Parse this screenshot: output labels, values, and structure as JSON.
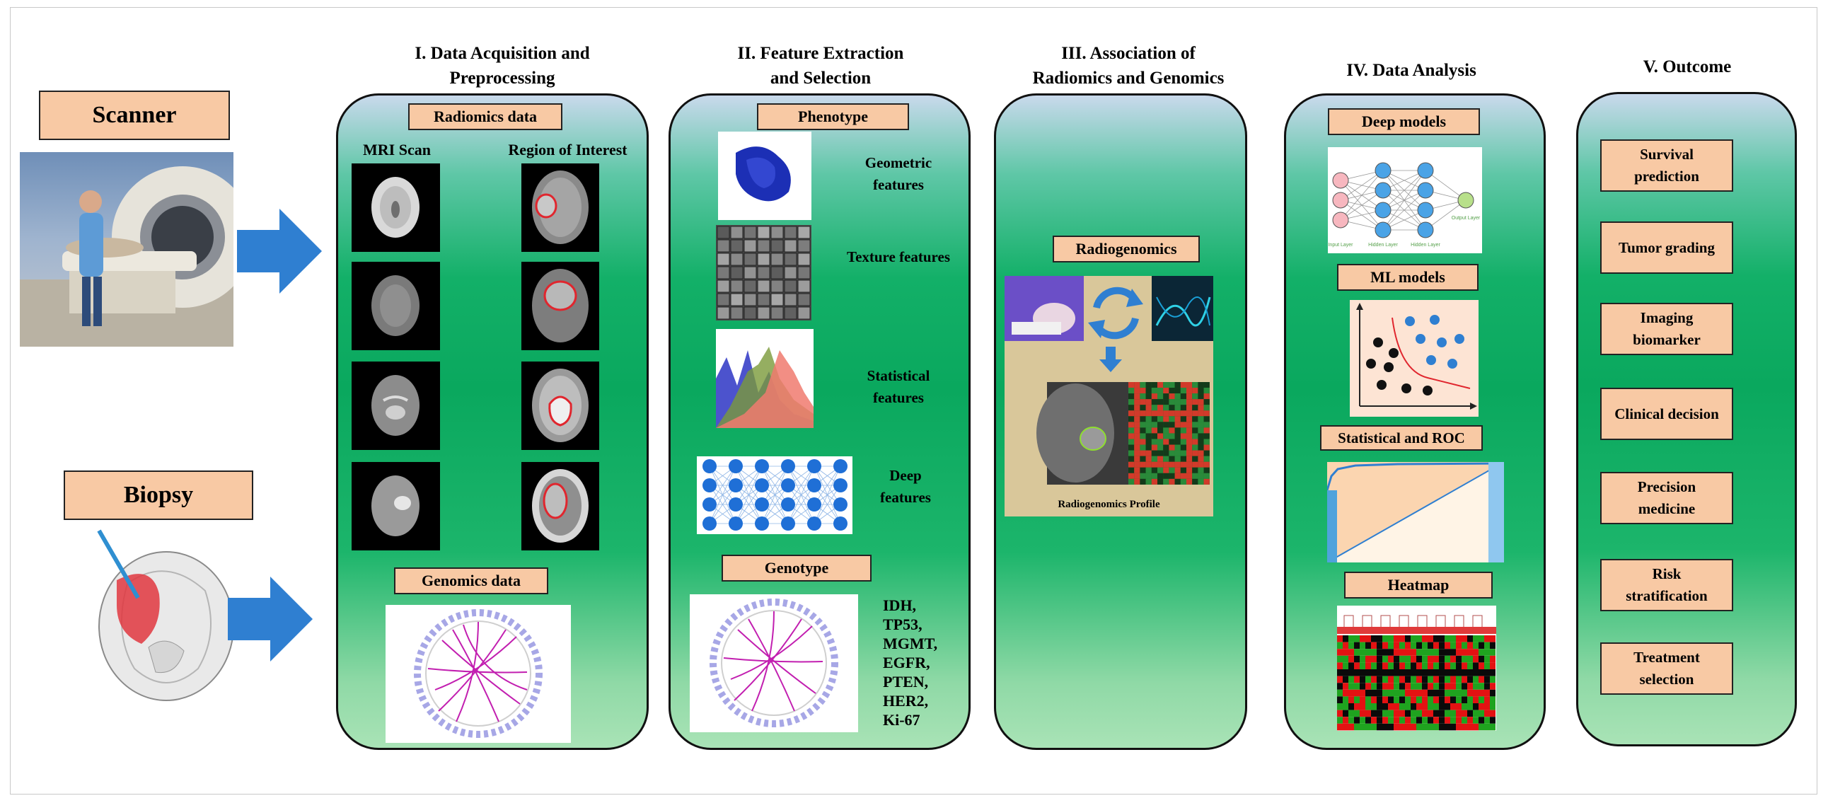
{
  "left": {
    "scanner": "Scanner",
    "biopsy": "Biopsy"
  },
  "stages": {
    "s1": {
      "title_line1": "I. Data Acquisition and",
      "title_line2": "Preprocessing",
      "radiomics_tag": "Radiomics data",
      "mri_label": "MRI Scan",
      "roi_label": "Region of Interest",
      "genomics_tag": "Genomics data"
    },
    "s2": {
      "title_line1": "II. Feature Extraction",
      "title_line2": "and Selection",
      "phenotype_tag": "Phenotype",
      "features": [
        "Geometric features",
        "Texture features",
        "Statistical features",
        "Deep features"
      ],
      "genotype_tag": "Genotype",
      "genes": [
        "IDH,",
        "TP53,",
        "MGMT,",
        "EGFR,",
        "PTEN,",
        "HER2,",
        "Ki-67"
      ]
    },
    "s3": {
      "title_line1": "III. Association of",
      "title_line2": "Radiomics and Genomics",
      "radiogenomics_tag": "Radiogenomics",
      "profile_label": "Radiogenomics Profile"
    },
    "s4": {
      "title": "IV. Data Analysis",
      "deep_tag": "Deep models",
      "ml_tag": "ML models",
      "stat_tag": "Statistical and ROC",
      "heatmap_tag": "Heatmap",
      "nn_labels": [
        "Input Layer",
        "Hidden Layer",
        "Hidden Layer",
        "Output Layer"
      ]
    },
    "s5": {
      "title": "V. Outcome",
      "outcomes": [
        {
          "l1": "Survival",
          "l2": "prediction"
        },
        {
          "l1": "Tumor grading",
          "l2": ""
        },
        {
          "l1": "Imaging",
          "l2": "biomarker"
        },
        {
          "l1": "Clinical decision",
          "l2": ""
        },
        {
          "l1": "Precision",
          "l2": "medicine"
        },
        {
          "l1": "Risk",
          "l2": "stratification"
        },
        {
          "l1": "Treatment",
          "l2": "selection"
        }
      ]
    }
  },
  "colors": {
    "tag": "#f8c9a4",
    "arrow": "#2f7fd1",
    "panel_green": "#0aa85e",
    "panel_top": "#c9d9ec"
  }
}
